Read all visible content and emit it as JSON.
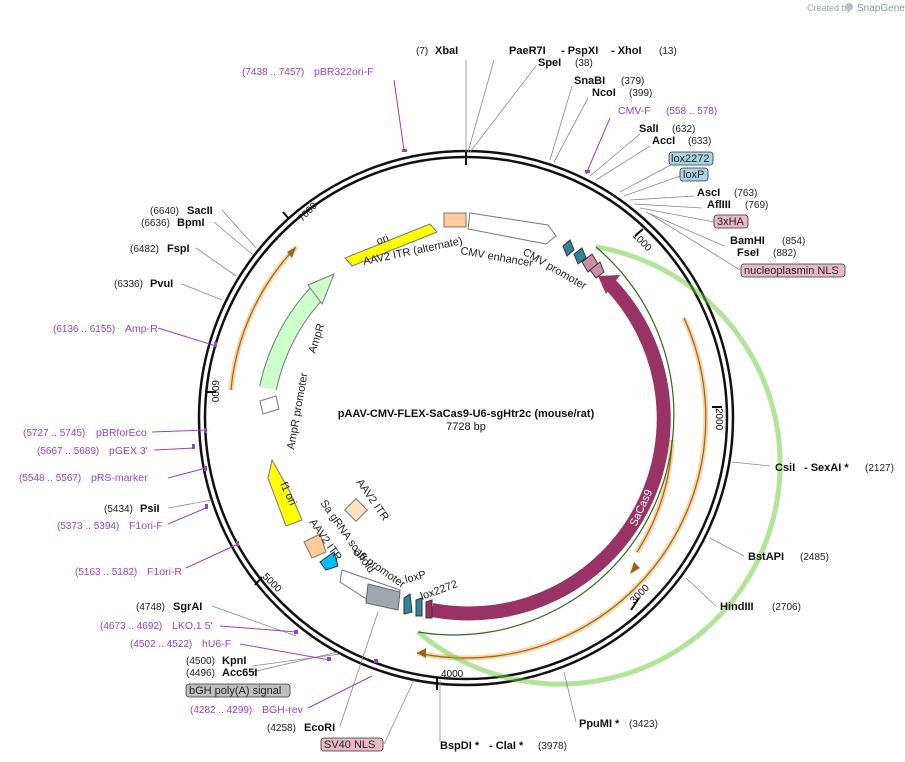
{
  "brand": {
    "created_by": "Created by",
    "name": "SnapGene"
  },
  "map": {
    "title": "pAAV-CMV-FLEX-SaCas9-U6-sgHtr2c (mouse/rat)",
    "length": "7728 bp",
    "ticks": [
      "1000",
      "2000",
      "3000",
      "4000",
      "5000",
      "6000",
      "7000"
    ]
  },
  "enzymes": [
    {
      "name": "XbaI",
      "pos": "(7)"
    },
    {
      "name": "PaeR7I",
      "pos": ""
    },
    {
      "name": "- PspXI",
      "pos": ""
    },
    {
      "name": "- XhoI",
      "pos": "(13)"
    },
    {
      "name": "SpeI",
      "pos": "(38)"
    },
    {
      "name": "SnaBI",
      "pos": "(379)"
    },
    {
      "name": "NcoI",
      "pos": "(399)"
    },
    {
      "name": "SalI",
      "pos": "(632)"
    },
    {
      "name": "AccI",
      "pos": "(633)"
    },
    {
      "name": "AscI",
      "pos": "(763)"
    },
    {
      "name": "AflIII",
      "pos": "(769)"
    },
    {
      "name": "BamHI",
      "pos": "(854)"
    },
    {
      "name": "FseI",
      "pos": "(882)"
    },
    {
      "name": "CsiI",
      "pos": ""
    },
    {
      "name": "- SexAI *",
      "pos": "(2127)"
    },
    {
      "name": "BstAPI",
      "pos": "(2485)"
    },
    {
      "name": "HindIII",
      "pos": "(2706)"
    },
    {
      "name": "PpuMI *",
      "pos": "(3423)"
    },
    {
      "name": "BspDI *",
      "pos": ""
    },
    {
      "name": "- ClaI *",
      "pos": "(3978)"
    },
    {
      "name": "EcoRI",
      "pos": "(4258)"
    },
    {
      "name": "Acc65I",
      "pos": "(4496)"
    },
    {
      "name": "KpnI",
      "pos": "(4500)"
    },
    {
      "name": "SgrAI",
      "pos": "(4748)"
    },
    {
      "name": "PsiI",
      "pos": "(5434)"
    },
    {
      "name": "PvuI",
      "pos": "(6336)"
    },
    {
      "name": "FspI",
      "pos": "(6482)"
    },
    {
      "name": "BpmI",
      "pos": "(6636)"
    },
    {
      "name": "SacII",
      "pos": "(6640)"
    }
  ],
  "primers": [
    {
      "name": "pBR322ori-F",
      "range": "(7438 .. 7457)"
    },
    {
      "name": "CMV-F",
      "range": "(558 .. 578)"
    },
    {
      "name": "Amp-R",
      "range": "(6136 .. 6155)"
    },
    {
      "name": "pBRforEco",
      "range": "(5727 .. 5745)"
    },
    {
      "name": "pGEX 3'",
      "range": "(5667 .. 5689)"
    },
    {
      "name": "pRS-marker",
      "range": "(5548 .. 5567)"
    },
    {
      "name": "F1ori-F",
      "range": "(5373 .. 5394)"
    },
    {
      "name": "F1ori-R",
      "range": "(5163 .. 5182)"
    },
    {
      "name": "LKO.1 5'",
      "range": "(4673 .. 4692)"
    },
    {
      "name": "hU6-F",
      "range": "(4502 .. 4522)"
    },
    {
      "name": "BGH-rev",
      "range": "(4282 .. 4299)"
    }
  ],
  "boxes": [
    {
      "name": "lox2272",
      "color": "#a9d4e3"
    },
    {
      "name": "loxP",
      "color": "#a9d4e3"
    },
    {
      "name": "3xHA",
      "color": "#e9b9c8"
    },
    {
      "name": "nucleoplasmin NLS",
      "color": "#e9b9c8"
    },
    {
      "name": "bGH poly(A) signal",
      "color": "#bfbfbf"
    },
    {
      "name": "SV40 NLS",
      "color": "#e9b9c8"
    }
  ],
  "features": {
    "ori": "ori",
    "itr_alt": "AAV2 ITR (alternate)",
    "cmv_enh": "CMV enhancer",
    "cmv_prom": "CMV promoter",
    "ampr": "AmpR",
    "ampr_prom": "AmpR promoter",
    "saCas9": "SaCas9",
    "f1ori": "f1 ori",
    "aav2itr": "AAV2 ITR",
    "aav2itr2": "AAV2 ITR",
    "sa_scaffold": "Sa gRNA scaffold",
    "u6": "U6 promoter",
    "loxp": "loxP",
    "lox2272": "lox2272"
  },
  "colors": {
    "primer": "#9a3fc7",
    "saCas9": "#993366",
    "ori": "#ffff00",
    "ampr": "#ccffcc",
    "itr": "#ffcc99",
    "lox": "#31849b",
    "orange_orf": "#f0a030",
    "green_orf": "#66cc33"
  }
}
